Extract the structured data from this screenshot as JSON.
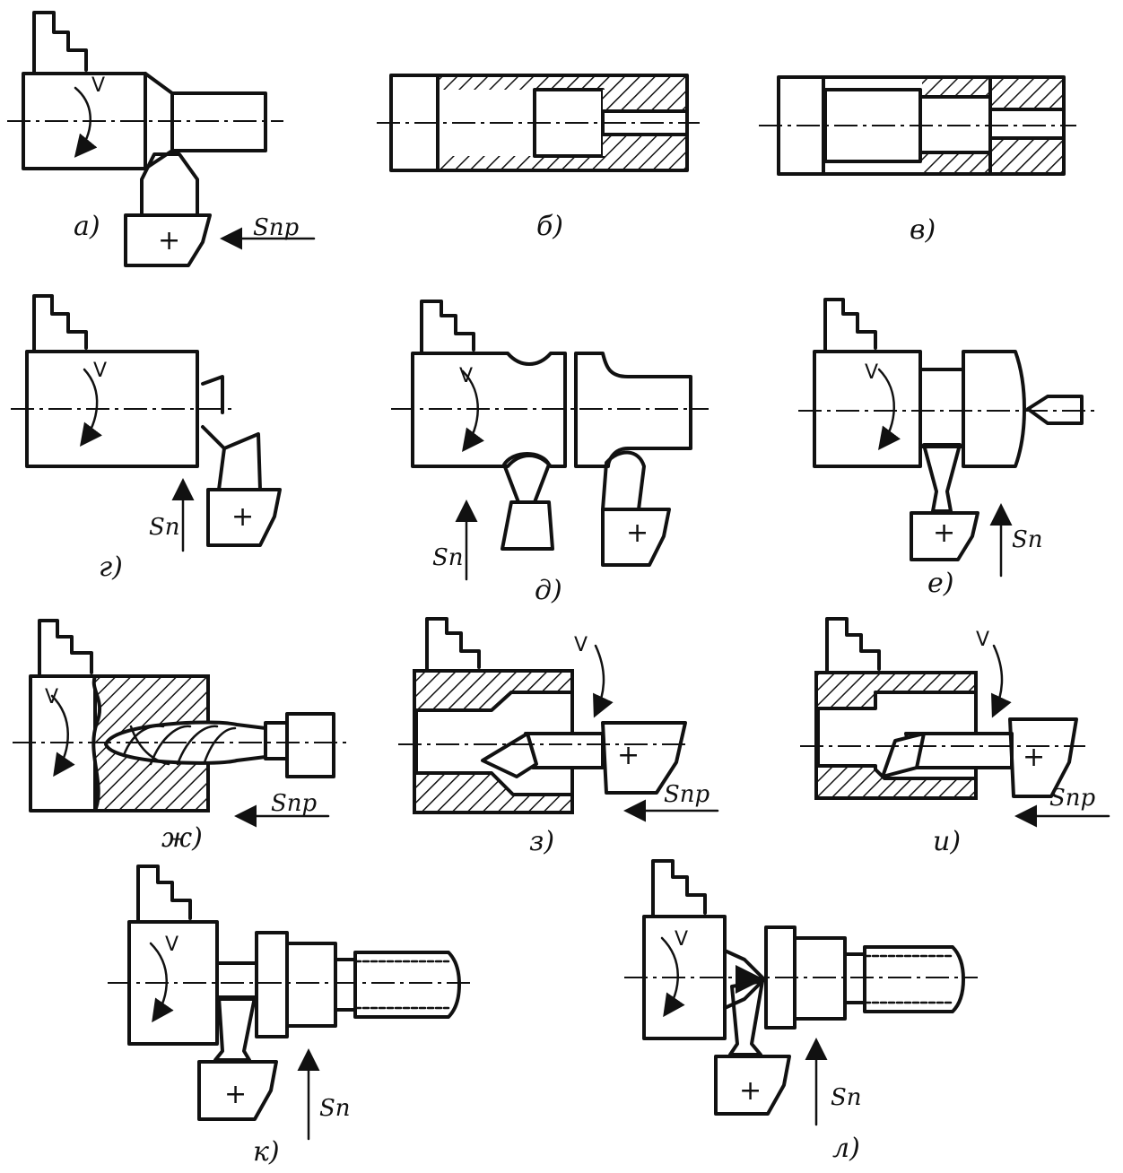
{
  "diagram": {
    "panels": [
      {
        "id": "a",
        "label": "а)",
        "speed": "V",
        "feed": "Sпр"
      },
      {
        "id": "b",
        "label": "б)"
      },
      {
        "id": "v",
        "label": "в)"
      },
      {
        "id": "g",
        "label": "г)",
        "speed": "V",
        "feed": "Sп"
      },
      {
        "id": "d",
        "label": "д)",
        "speed": "V",
        "feed": "Sп"
      },
      {
        "id": "e",
        "label": "е)",
        "speed": "V",
        "feed": "Sп"
      },
      {
        "id": "zh",
        "label": "ж)",
        "speed": "V",
        "feed": "Sпр"
      },
      {
        "id": "z",
        "label": "з)",
        "speed": "V",
        "feed": "Sпр"
      },
      {
        "id": "i",
        "label": "и)",
        "speed": "V",
        "feed": "Sпр"
      },
      {
        "id": "k",
        "label": "к)",
        "speed": "V",
        "feed": "Sп"
      },
      {
        "id": "l",
        "label": "л)",
        "speed": "V",
        "feed": "Sп"
      }
    ],
    "holder_mark": "+"
  }
}
